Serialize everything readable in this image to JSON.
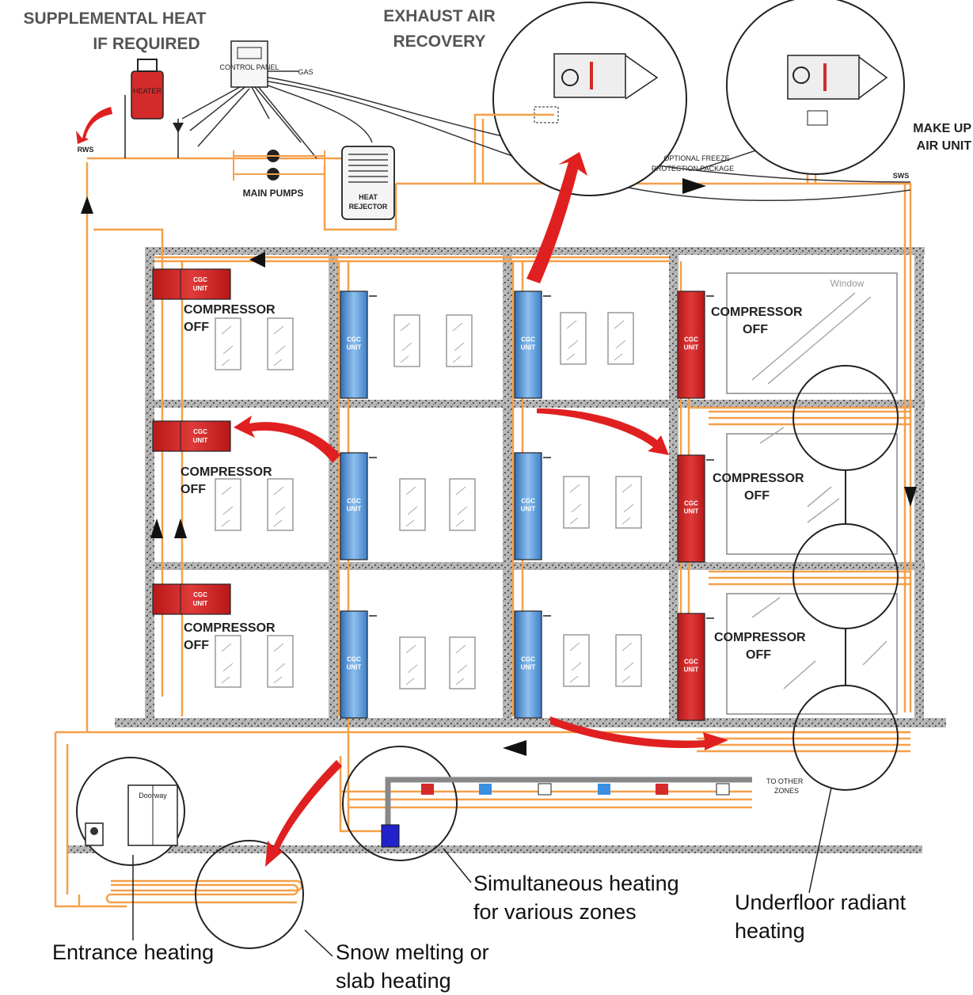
{
  "headers": {
    "supplemental_line1": "SUPPLEMENTAL  HEAT",
    "supplemental_line2": "IF REQUIRED",
    "exhaust_line1": "EXHAUST AIR",
    "exhaust_line2": "RECOVERY",
    "makeup_line1": "MAKE UP",
    "makeup_line2": "AIR UNIT"
  },
  "equipment": {
    "heater": "HEATER",
    "control_panel": "CONTROL PANEL",
    "gas": "GAS",
    "rws": "RWS",
    "sws": "SWS",
    "main_pumps": "MAIN PUMPS",
    "heat_rejector_line1": "HEAT",
    "heat_rejector_line2": "REJECTOR",
    "freeze_line1": "OPTIONAL FREEZE",
    "freeze_line2": "PROTECTION PACKAGE",
    "window": "Window",
    "to_other_zones_line1": "TO OTHER",
    "to_other_zones_line2": "ZONES",
    "door": "Doorway"
  },
  "units": {
    "cgc_line1": "CGC",
    "cgc_line2": "UNIT"
  },
  "rooms": {
    "compressor_line1": "COMPRESSOR",
    "compressor_line2": "OFF"
  },
  "captions": {
    "simultaneous_line1": "Simultaneous heating",
    "simultaneous_line2": "for various zones",
    "underfloor_line1": "Underfloor radiant",
    "underfloor_line2": "heating",
    "entrance": "Entrance heating",
    "snow_line1": "Snow melting or",
    "snow_line2": "slab heating"
  },
  "colors": {
    "pipe": "#f5a04a",
    "unit_red": "#d42a2a",
    "unit_blue": "#4a8fd6",
    "arrow_red": "#e02020",
    "slab": "#888888"
  }
}
